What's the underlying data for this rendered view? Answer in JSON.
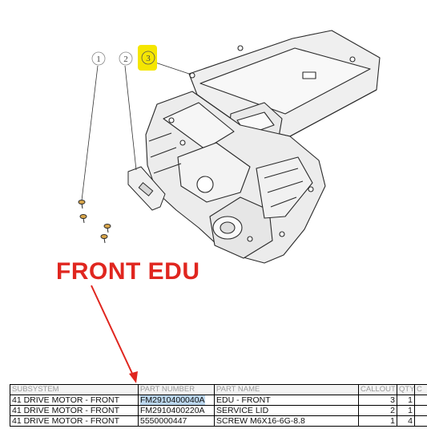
{
  "annotation": {
    "label": "FRONT EDU",
    "color": "#e0261f"
  },
  "callouts": [
    {
      "number": "1",
      "highlighted": false
    },
    {
      "number": "2",
      "highlighted": false
    },
    {
      "number": "3",
      "highlighted": true,
      "highlight_color": "#f5e600"
    }
  ],
  "table": {
    "columns": [
      "SUBSYSTEM",
      "PART NUMBER",
      "PART NAME",
      "CALLOUT",
      "QTY",
      "C"
    ],
    "rows": [
      {
        "subsystem": "41 DRIVE MOTOR - FRONT",
        "part_number": "FM2910400040A",
        "part_name": "EDU - FRONT",
        "callout": "3",
        "qty": "1",
        "c": "",
        "selected": true
      },
      {
        "subsystem": "41 DRIVE MOTOR - FRONT",
        "part_number": "FM2910400220A",
        "part_name": "SERVICE LID",
        "callout": "2",
        "qty": "1",
        "c": "",
        "selected": false
      },
      {
        "subsystem": "41 DRIVE MOTOR - FRONT",
        "part_number": "5550000447",
        "part_name": "SCREW M6X16-6G-8.8",
        "callout": "1",
        "qty": "4",
        "c": "",
        "selected": false
      }
    ]
  }
}
